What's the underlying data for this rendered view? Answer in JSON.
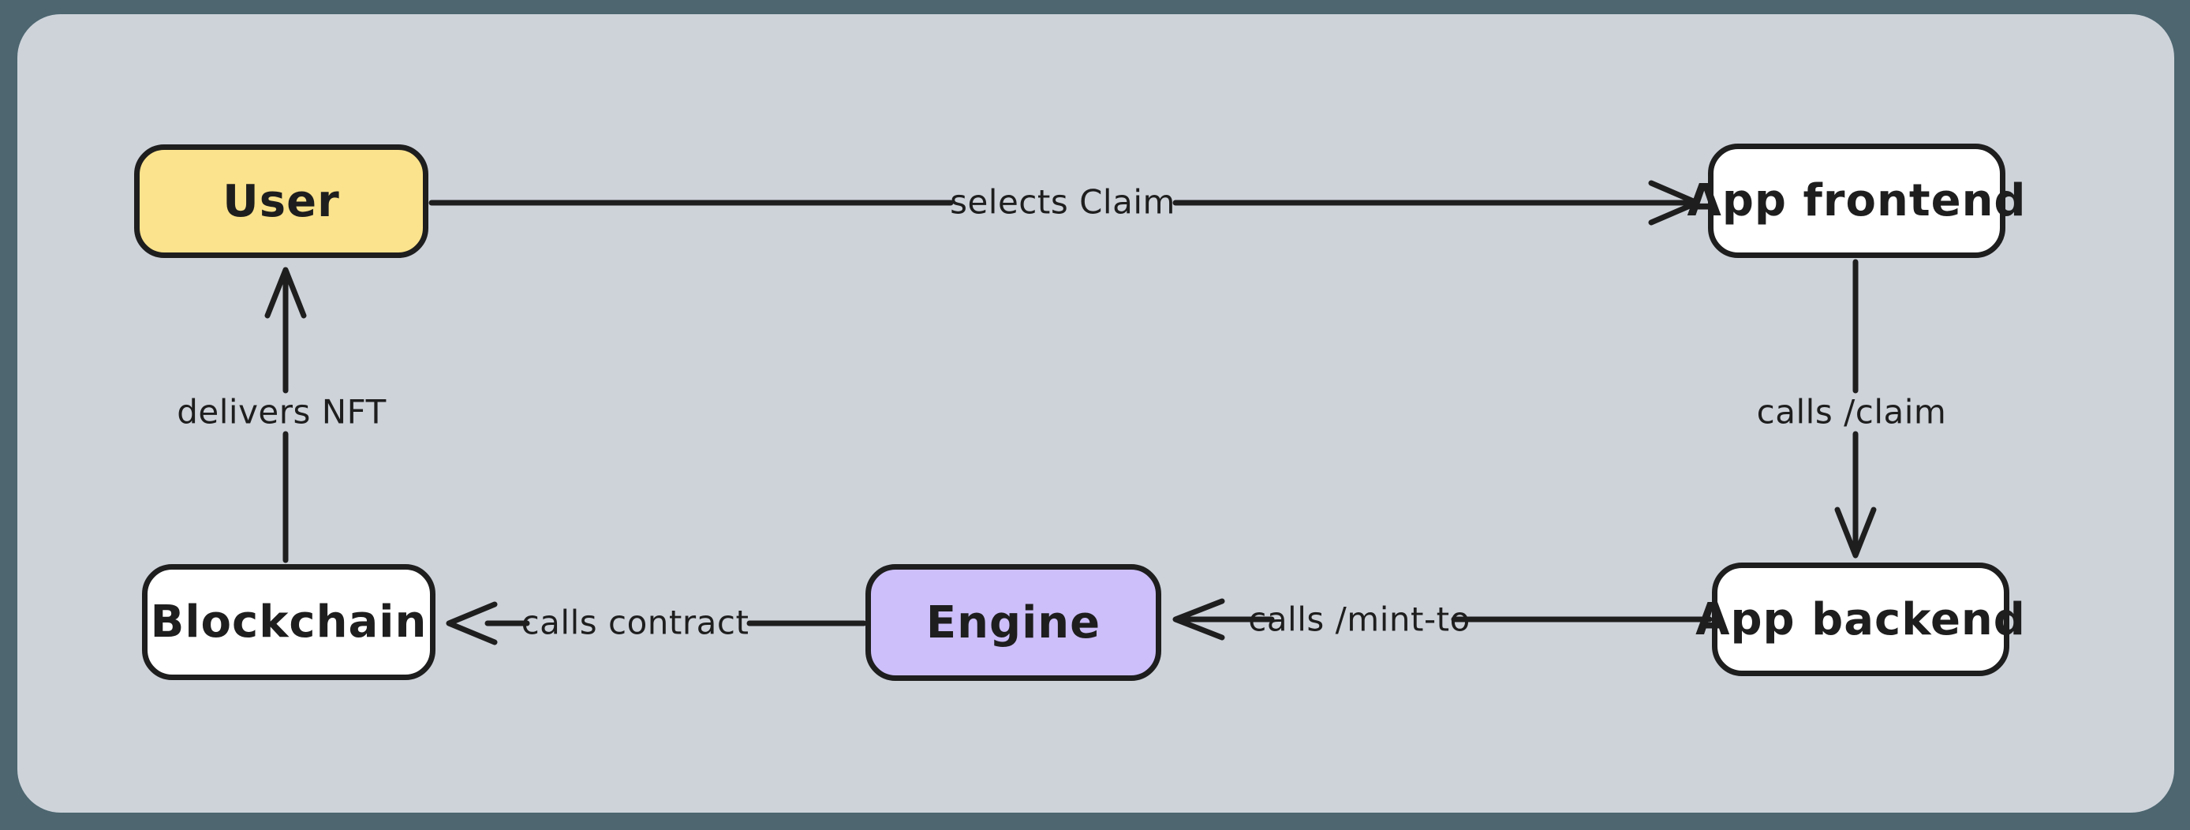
{
  "colors": {
    "frame": "#4D6670",
    "canvas": "#CED3DA",
    "stroke": "#1e1e1e",
    "node_fill_white": "#FFFFFF",
    "node_fill_yellow": "#FBE38D",
    "node_fill_purple": "#CDBFF9"
  },
  "nodes": [
    {
      "id": "user",
      "label": "User",
      "fill": "#FBE38D"
    },
    {
      "id": "app-frontend",
      "label": "App frontend",
      "fill": "#FFFFFF"
    },
    {
      "id": "app-backend",
      "label": "App backend",
      "fill": "#FFFFFF"
    },
    {
      "id": "engine",
      "label": "Engine",
      "fill": "#CDBFF9"
    },
    {
      "id": "blockchain",
      "label": "Blockchain",
      "fill": "#FFFFFF"
    }
  ],
  "edges": [
    {
      "from": "user",
      "to": "app-frontend",
      "label": "selects Claim"
    },
    {
      "from": "app-frontend",
      "to": "app-backend",
      "label": "calls /claim"
    },
    {
      "from": "app-backend",
      "to": "engine",
      "label": "calls /mint-to"
    },
    {
      "from": "engine",
      "to": "blockchain",
      "label": "calls contract"
    },
    {
      "from": "blockchain",
      "to": "user",
      "label": "delivers NFT"
    }
  ]
}
